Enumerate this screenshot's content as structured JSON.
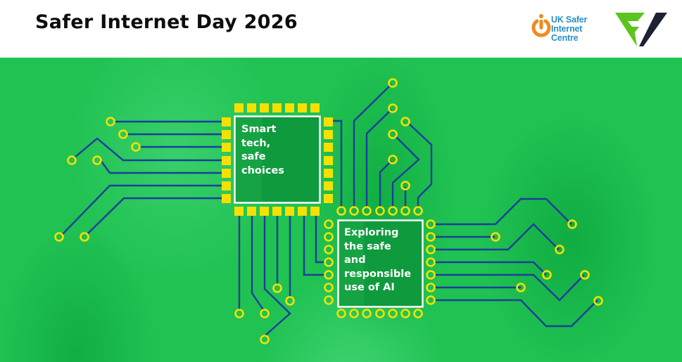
{
  "header": {
    "title": "Safer Internet Day 2026",
    "logos": [
      {
        "name": "UK Safer Internet Centre",
        "text_lines": [
          "UK Safer",
          "Internet",
          "Centre"
        ],
        "icon": "power-icon",
        "icon_color": "#f08a1c",
        "text_color": "#2a8fc7"
      },
      {
        "name": "green-navy triangle logo",
        "icon": "triangle-logo-icon",
        "colors": [
          "#5cc41e",
          "#1c2232"
        ]
      }
    ]
  },
  "banner": {
    "background_color": "#20c252",
    "trace_color": "#1a3f9a",
    "pad_color": "#f7e000",
    "chips": [
      {
        "id": "chip-1",
        "lines": [
          "Smart",
          "tech,",
          "safe",
          "choices"
        ],
        "pad_shape": "square"
      },
      {
        "id": "chip-2",
        "lines": [
          "Exploring",
          "the safe",
          "and",
          "responsible",
          "use of AI"
        ],
        "pad_shape": "ring"
      }
    ]
  }
}
